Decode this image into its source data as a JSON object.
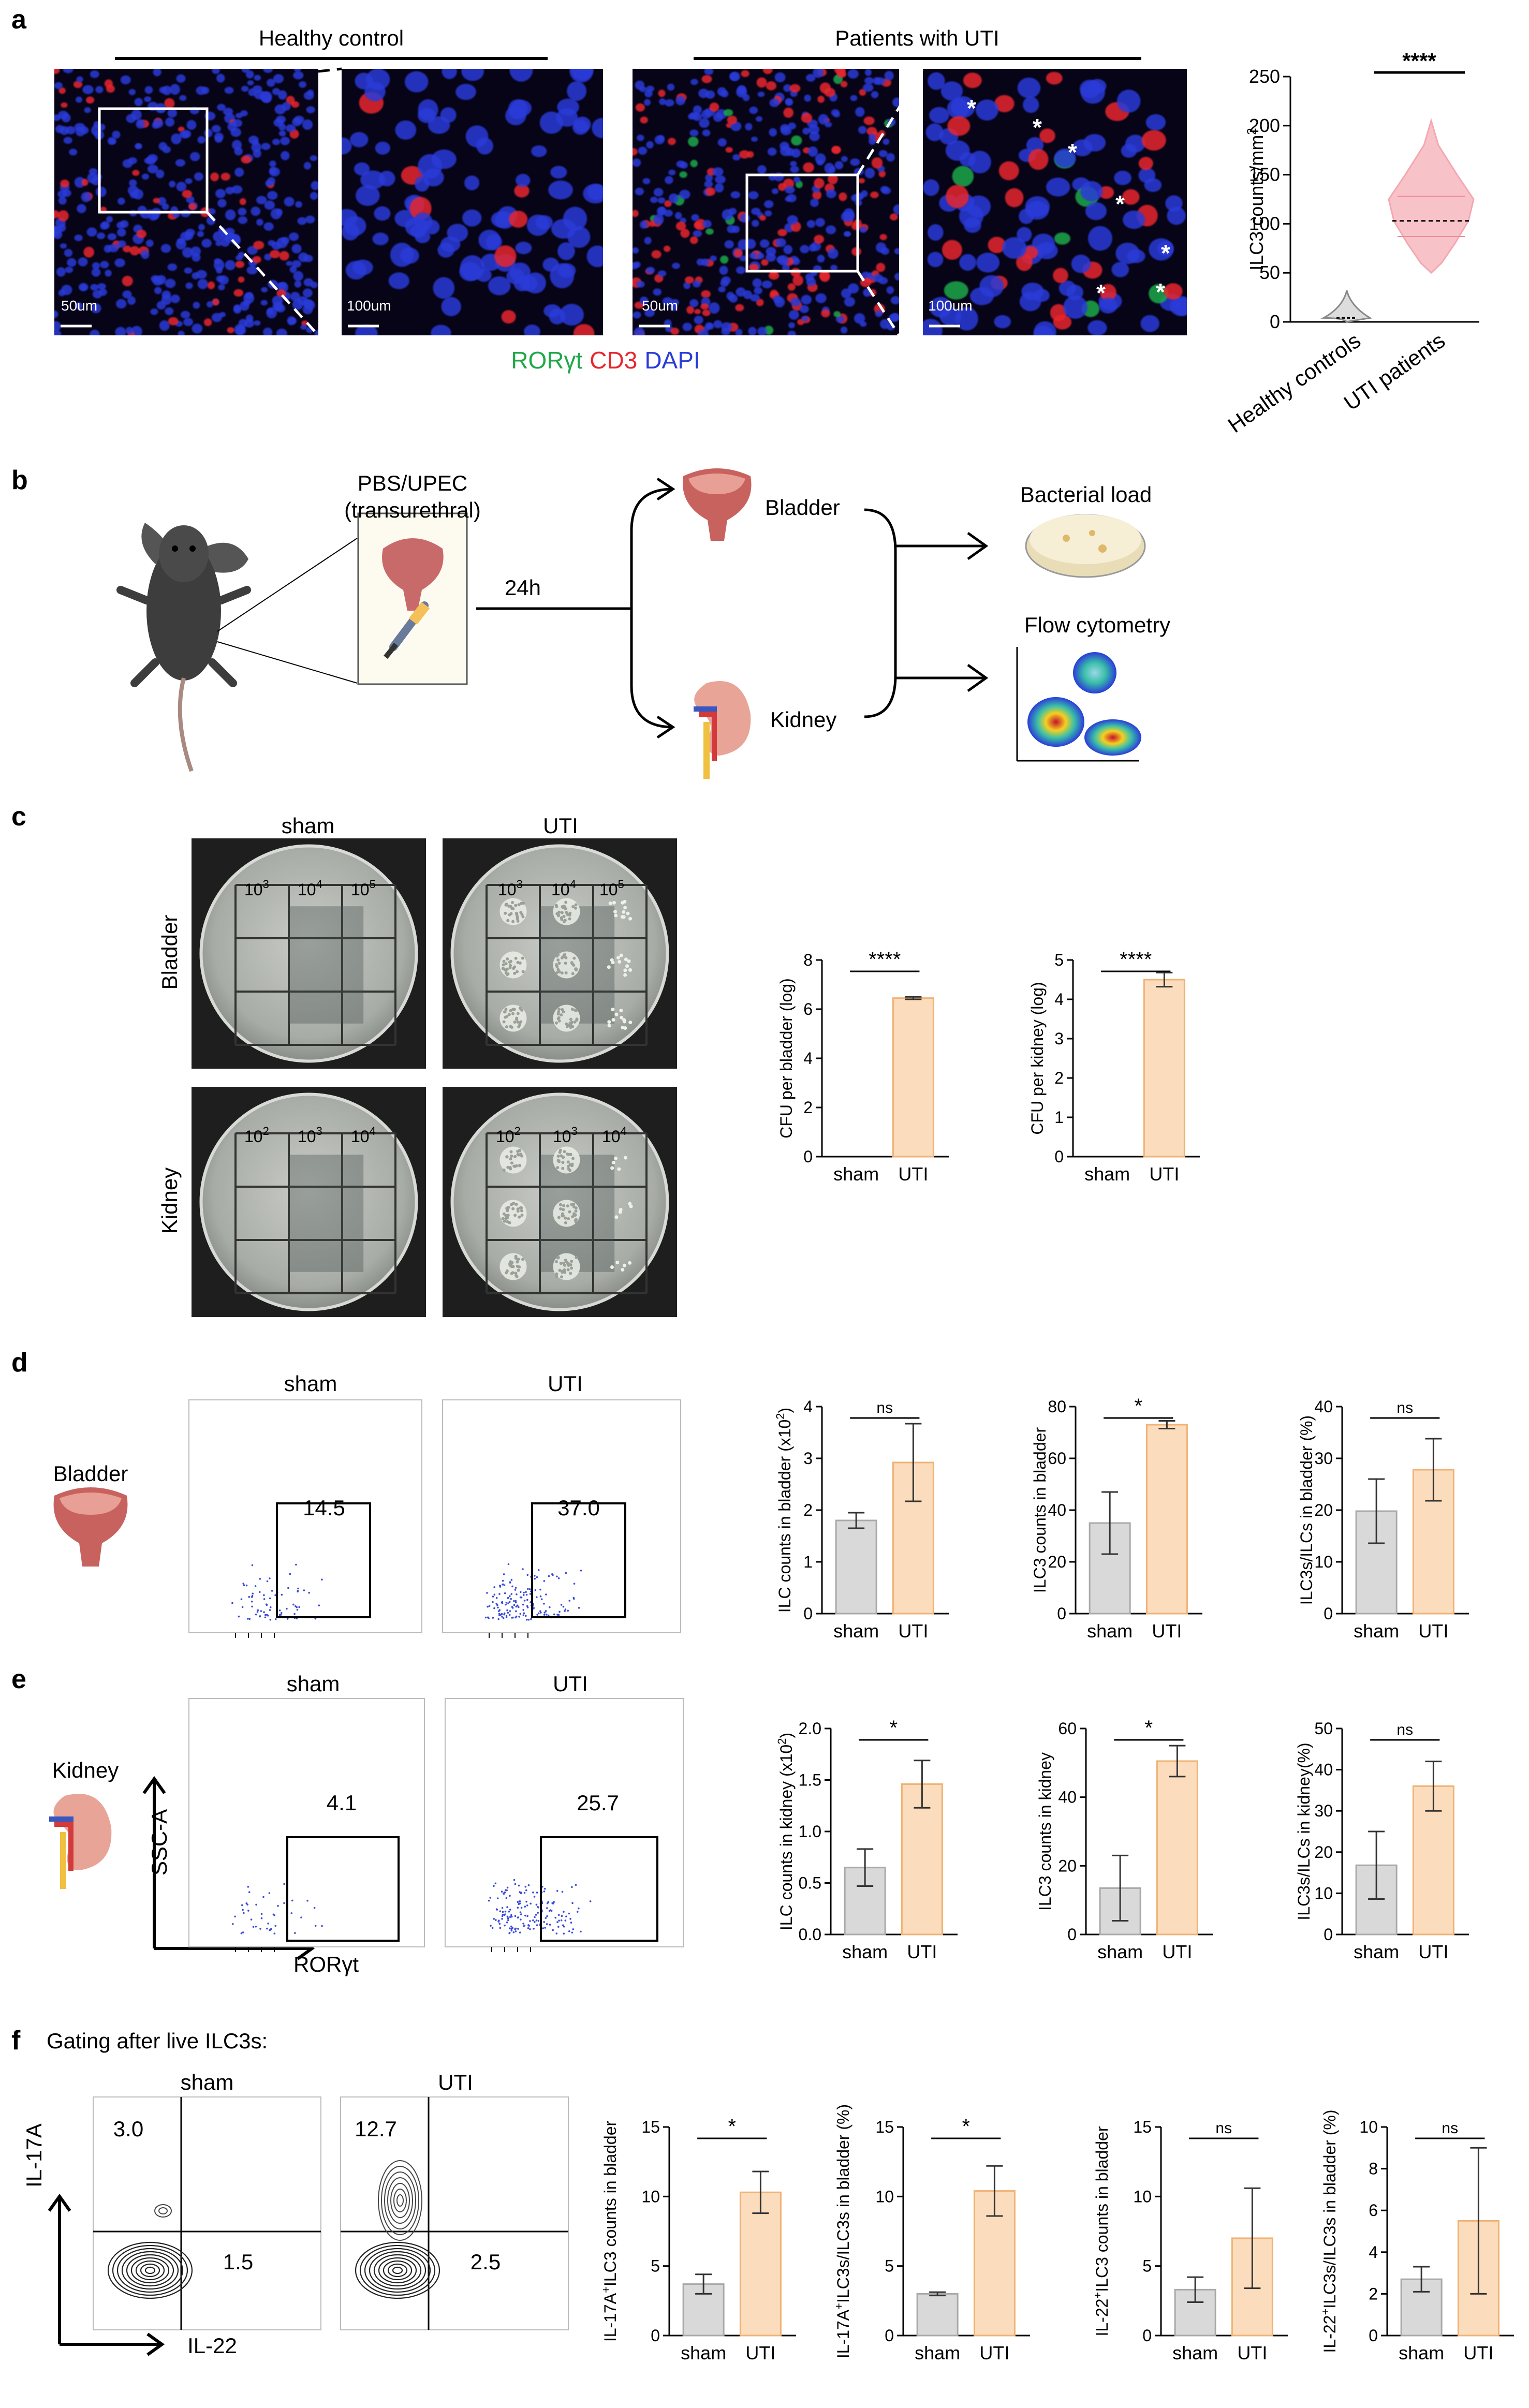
{
  "panels": {
    "a": {
      "label": "a",
      "group_left": "Healthy control",
      "group_right": "Patients with UTI",
      "scalebars": [
        "50um",
        "100um",
        "50um",
        "100um"
      ],
      "stain": {
        "ror": "RORγt",
        "cd3": "CD3",
        "dapi": "DAPI"
      },
      "colors": {
        "ror": "#1fa84a",
        "cd3": "#e8262e",
        "dapi": "#2a3bd8"
      },
      "asterisk": "*"
    },
    "b": {
      "label": "b",
      "injection_line1": "PBS/UPEC",
      "injection_line2": "(transurethral)",
      "time": "24h",
      "organ_top": "Bladder",
      "organ_bottom": "Kidney",
      "assay_top": "Bacterial load",
      "assay_bottom": "Flow cytometry"
    },
    "c": {
      "label": "c",
      "col_sham": "sham",
      "col_uti": "UTI",
      "row_bladder": "Bladder",
      "row_kidney": "Kidney",
      "dil_bladder": [
        "10",
        "3",
        "10",
        "4",
        "10",
        "5"
      ],
      "dil_kidney": [
        "10",
        "2",
        "10",
        "3",
        "10",
        "4"
      ]
    },
    "d": {
      "label": "d",
      "col_sham": "sham",
      "col_uti": "UTI",
      "organ": "Bladder",
      "gate_sham": "14.5",
      "gate_uti": "37.0"
    },
    "e": {
      "label": "e",
      "col_sham": "sham",
      "col_uti": "UTI",
      "organ": "Kidney",
      "gate_sham": "4.1",
      "gate_uti": "25.7",
      "y_axis": "SSC-A",
      "x_axis": "RORγt"
    },
    "f": {
      "label": "f",
      "title": "Gating after live ILC3s:",
      "col_sham": "sham",
      "col_uti": "UTI",
      "sham_q1": "3.0",
      "sham_q4": "1.5",
      "uti_q1": "12.7",
      "uti_q4": "2.5",
      "y_axis": "IL-17A",
      "x_axis": "IL-22"
    }
  },
  "chart_data": [
    {
      "id": "a_violin",
      "type": "violin",
      "categories": [
        "Healthy controls",
        "UTI patients"
      ],
      "ylim": [
        0,
        250
      ],
      "yticks": [
        "0",
        "50",
        "100",
        "150",
        "200",
        "250"
      ],
      "ylabel": "ILC3 counts/mm",
      "ylabel_sup": "2",
      "significance": "****",
      "series": [
        {
          "values_range": [
            0,
            32
          ],
          "median": 4
        },
        {
          "values_range": [
            50,
            205
          ],
          "median": 103,
          "q1": 87,
          "q3": 128
        }
      ]
    },
    {
      "id": "c_bladder",
      "type": "bar",
      "categories": [
        "sham",
        "UTI"
      ],
      "values": [
        0,
        6.45
      ],
      "errors": [
        0,
        0.05
      ],
      "ylim": [
        0,
        8
      ],
      "yticks": [
        "0",
        "2",
        "4",
        "6",
        "8"
      ],
      "ylabel": "CFU per bladder (log)",
      "significance": "****"
    },
    {
      "id": "c_kidney",
      "type": "bar",
      "categories": [
        "sham",
        "UTI"
      ],
      "values": [
        0,
        4.5
      ],
      "errors": [
        0,
        0.18
      ],
      "ylim": [
        0,
        5
      ],
      "yticks": [
        "0",
        "1",
        "2",
        "3",
        "4",
        "5"
      ],
      "ylabel": "CFU per kidney (log)",
      "significance": "****"
    },
    {
      "id": "d1",
      "type": "bar",
      "categories": [
        "sham",
        "UTI"
      ],
      "values": [
        1.8,
        2.92
      ],
      "errors": [
        0.15,
        0.75
      ],
      "ylim": [
        0,
        4
      ],
      "yticks": [
        "0",
        "1",
        "2",
        "3",
        "4"
      ],
      "ylabel": "ILC counts in bladder (x10",
      "ylabel_sup": "2",
      "ylabel_end": ")",
      "significance": "ns"
    },
    {
      "id": "d2",
      "type": "bar",
      "categories": [
        "sham",
        "UTI"
      ],
      "values": [
        35,
        73
      ],
      "errors": [
        12,
        1.5
      ],
      "ylim": [
        0,
        80
      ],
      "yticks": [
        "0",
        "20",
        "40",
        "60",
        "80"
      ],
      "ylabel": "ILC3 counts in bladder",
      "significance": "*"
    },
    {
      "id": "d3",
      "type": "bar",
      "categories": [
        "sham",
        "UTI"
      ],
      "values": [
        19.8,
        27.8
      ],
      "errors": [
        6.2,
        6
      ],
      "ylim": [
        0,
        40
      ],
      "yticks": [
        "0",
        "10",
        "20",
        "30",
        "40"
      ],
      "ylabel": "ILC3s/ILCs in bladder (%)",
      "significance": "ns"
    },
    {
      "id": "e1",
      "type": "bar",
      "categories": [
        "sham",
        "UTI"
      ],
      "values": [
        0.65,
        1.46
      ],
      "errors": [
        0.18,
        0.23
      ],
      "ylim": [
        0,
        2
      ],
      "yticks": [
        "0.0",
        "0.5",
        "1.0",
        "1.5",
        "2.0"
      ],
      "ylabel": "ILC counts in kidney (x10",
      "ylabel_sup": "2",
      "ylabel_end": ")",
      "significance": "*"
    },
    {
      "id": "e2",
      "type": "bar",
      "categories": [
        "sham",
        "UTI"
      ],
      "values": [
        13.5,
        50.5
      ],
      "errors": [
        9.5,
        4.5
      ],
      "ylim": [
        0,
        60
      ],
      "yticks": [
        "0",
        "20",
        "40",
        "60"
      ],
      "ylabel": "ILC3 counts in kidney",
      "significance": "*"
    },
    {
      "id": "e3",
      "type": "bar",
      "categories": [
        "sham",
        "UTI"
      ],
      "values": [
        16.8,
        36
      ],
      "errors": [
        8.2,
        6
      ],
      "ylim": [
        0,
        50
      ],
      "yticks": [
        "0",
        "10",
        "20",
        "30",
        "40",
        "50"
      ],
      "ylabel": "ILC3s/ILCs in kidney(%)",
      "significance": "ns"
    },
    {
      "id": "f1",
      "type": "bar",
      "categories": [
        "sham",
        "UTI"
      ],
      "values": [
        3.7,
        10.3
      ],
      "errors": [
        0.7,
        1.5
      ],
      "ylim": [
        0,
        15
      ],
      "yticks": [
        "0",
        "5",
        "10",
        "15"
      ],
      "ylabel_pre": "IL-17A",
      "ylabel_sup": "+",
      "ylabel": "ILC3 counts in bladder",
      "significance": "*"
    },
    {
      "id": "f2",
      "type": "bar",
      "categories": [
        "sham",
        "UTI"
      ],
      "values": [
        3.0,
        10.4
      ],
      "errors": [
        0.12,
        1.8
      ],
      "ylim": [
        0,
        15
      ],
      "yticks": [
        "0",
        "5",
        "10",
        "15"
      ],
      "ylabel_pre": "IL-17A",
      "ylabel_sup": "+",
      "ylabel": "ILC3s/ILC3s in bladder (%)",
      "significance": "*"
    },
    {
      "id": "f3",
      "type": "bar",
      "categories": [
        "sham",
        "UTI"
      ],
      "values": [
        3.3,
        7.0
      ],
      "errors": [
        0.9,
        3.6
      ],
      "ylim": [
        0,
        15
      ],
      "yticks": [
        "0",
        "5",
        "10",
        "15"
      ],
      "ylabel_pre": "IL-22",
      "ylabel_sup": "+",
      "ylabel": "ILC3 counts in bladder",
      "significance": "ns"
    },
    {
      "id": "f4",
      "type": "bar",
      "categories": [
        "sham",
        "UTI"
      ],
      "values": [
        2.7,
        5.5
      ],
      "errors": [
        0.6,
        3.5
      ],
      "ylim": [
        0,
        10
      ],
      "yticks": [
        "0",
        "2",
        "4",
        "6",
        "8",
        "10"
      ],
      "ylabel_pre": "IL-22",
      "ylabel_sup": "+",
      "ylabel": "ILC3s/ILC3s in bladder (%)",
      "significance": "ns"
    }
  ]
}
